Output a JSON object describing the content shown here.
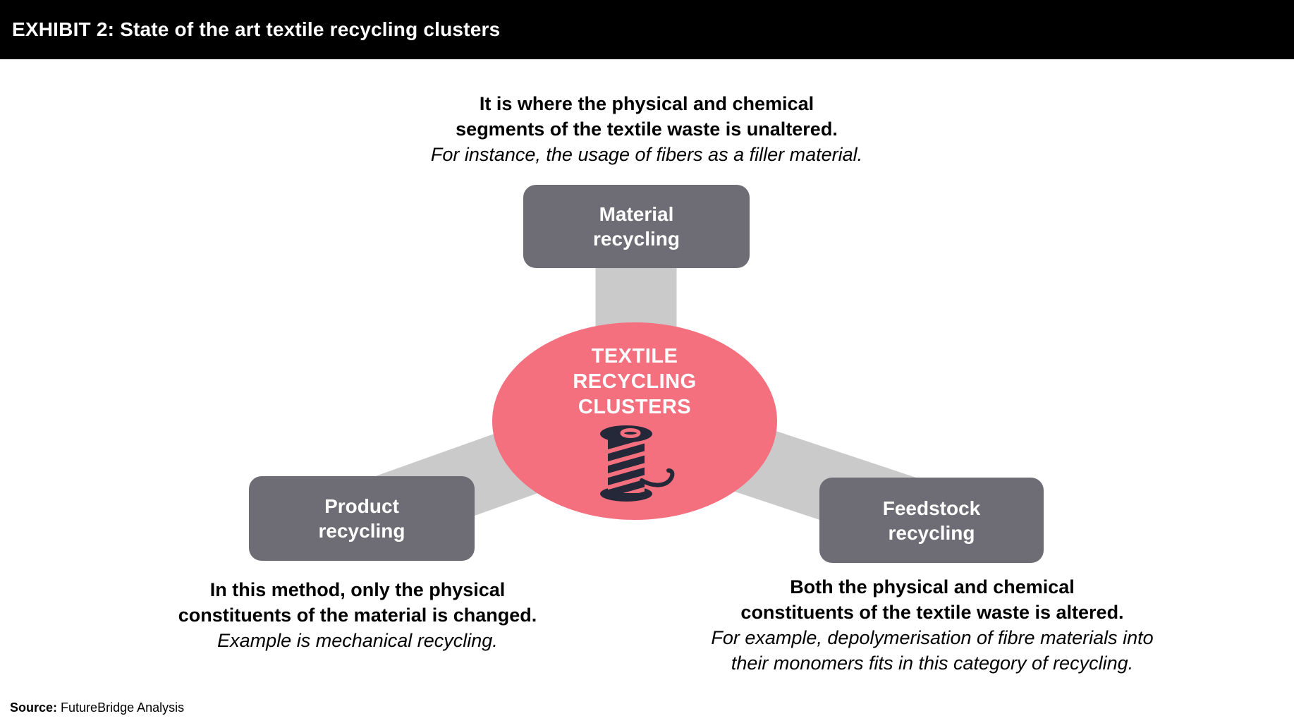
{
  "header": {
    "title": "EXHIBIT 2: State of the art textile recycling clusters"
  },
  "diagram": {
    "center": {
      "title_lines": [
        "TEXTILE",
        "RECYCLING",
        "CLUSTERS"
      ],
      "icon": "thread-spool-icon"
    },
    "nodes": [
      {
        "id": "material",
        "label_lines": [
          "Material",
          "recycling"
        ],
        "description_bold": [
          "It is where the physical and chemical",
          "segments of the textile waste is unaltered."
        ],
        "description_italic": [
          "For instance, the usage of fibers as a filler material."
        ]
      },
      {
        "id": "product",
        "label_lines": [
          "Product",
          "recycling"
        ],
        "description_bold": [
          "In this method, only the physical",
          "constituents of the material is changed."
        ],
        "description_italic": [
          "Example is mechanical recycling."
        ]
      },
      {
        "id": "feedstock",
        "label_lines": [
          "Feedstock",
          "recycling"
        ],
        "description_bold": [
          "Both the physical and chemical",
          "constituents of the textile waste is altered."
        ],
        "description_italic": [
          "For example, depolymerisation of fibre materials into",
          "their monomers fits in this category of recycling."
        ]
      }
    ],
    "colors": {
      "header_bg": "#000000",
      "center_fill": "#F5707F",
      "node_fill": "#6E6D75",
      "connector": "#CACACA",
      "icon": "#252838"
    }
  },
  "footer": {
    "source_label": "Source:",
    "source_text": "FutureBridge Analysis"
  }
}
